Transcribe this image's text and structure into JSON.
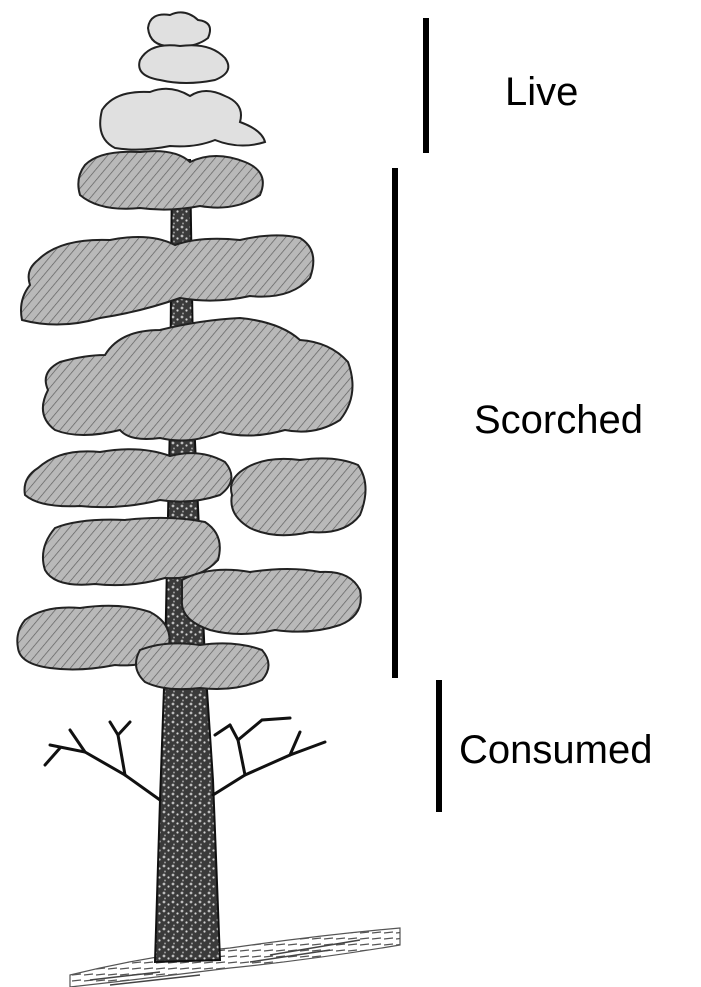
{
  "zones": {
    "live": "Live",
    "scorched": "Scorched",
    "consumed": "Consumed"
  },
  "colors": {
    "ink": "#000000",
    "live_foliage": "#e0e0e0",
    "scorched_foliage": "#b7b7b7",
    "trunk": "#2a2a2a"
  }
}
